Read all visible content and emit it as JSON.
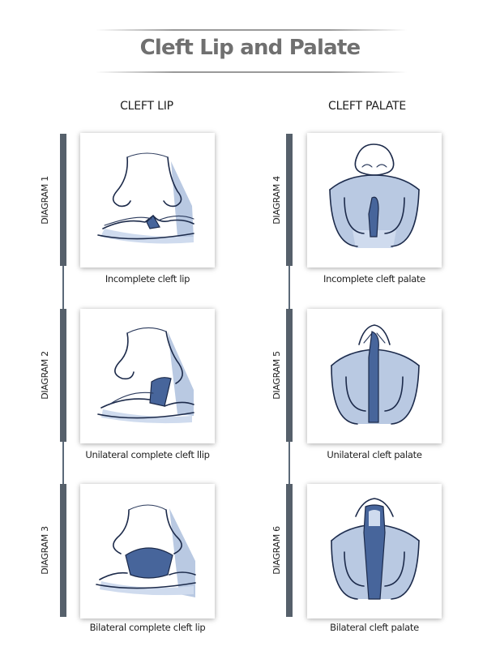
{
  "title": "Cleft Lip and Palate",
  "columns": {
    "left_heading": "CLEFT LIP",
    "right_heading": "CLEFT PALATE"
  },
  "diagrams": [
    {
      "label": "DIAGRAM 1",
      "caption": "Incomplete cleft lip",
      "illustration": "incomplete-cleft-lip"
    },
    {
      "label": "DIAGRAM 2",
      "caption": "Unilateral complete cleft llip",
      "illustration": "unilateral-complete-cleft-lip"
    },
    {
      "label": "DIAGRAM 3",
      "caption": "Bilateral complete cleft lip",
      "illustration": "bilateral-complete-cleft-lip"
    },
    {
      "label": "DIAGRAM 4",
      "caption": "Incomplete cleft palate",
      "illustration": "incomplete-cleft-palate"
    },
    {
      "label": "DIAGRAM 5",
      "caption": "Unilateral cleft palate",
      "illustration": "unilateral-cleft-palate"
    },
    {
      "label": "DIAGRAM 6",
      "caption": "Bilateral cleft palate",
      "illustration": "bilateral-cleft-palate"
    }
  ],
  "colors": {
    "bar": "#56606b",
    "line": "#5b6978",
    "title": "#707070",
    "shade": "#b9c9e2",
    "cleft": "#47659b"
  }
}
